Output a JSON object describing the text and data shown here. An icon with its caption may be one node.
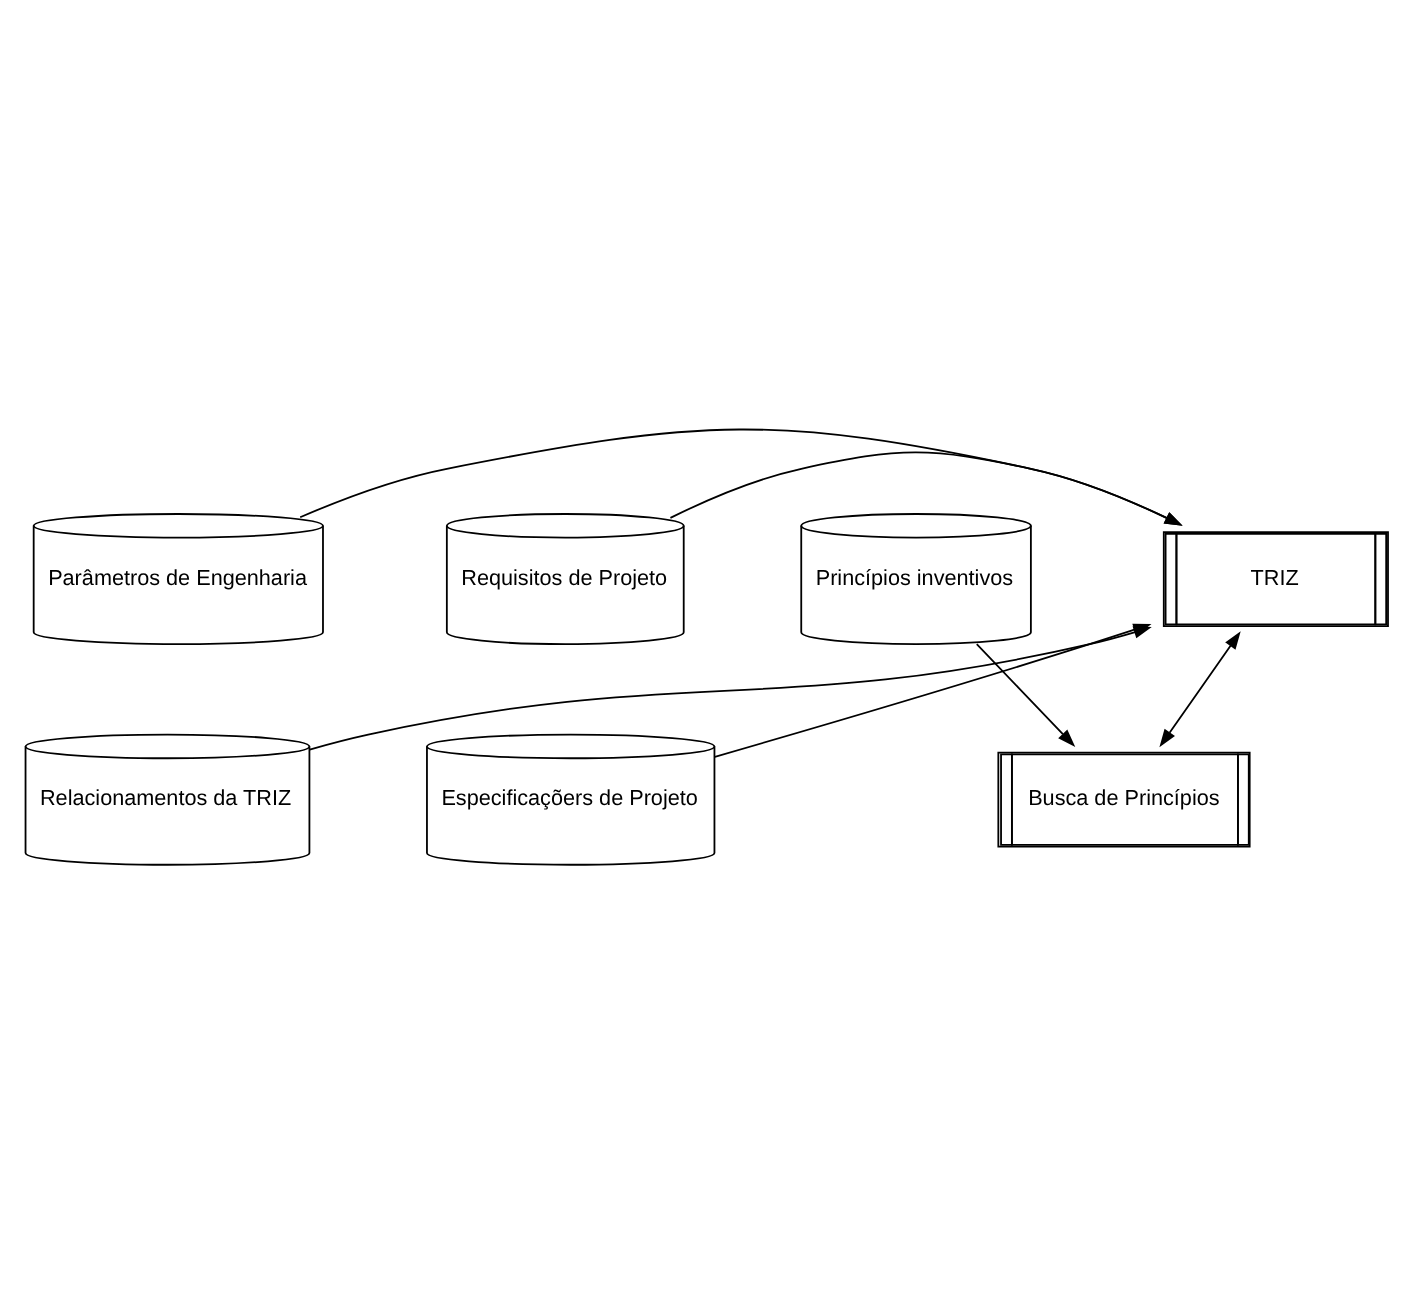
{
  "diagram": {
    "nodes": [
      {
        "text": [
          "Parâmetros de Engenharia"
        ]
      },
      {
        "text": [
          "Requisitos de Projeto"
        ]
      },
      {
        "text": [
          "TRIZ"
        ]
      },
      {
        "text": [
          "Relacionamentos da TRIZ"
        ]
      },
      {
        "text": [
          "Especificaçõers de Projeto"
        ]
      },
      {
        "text": [
          "Busca de Princípios"
        ]
      },
      {
        "text": [
          "Princípios inventivos"
        ]
      }
    ],
    "edges": [
      {
        "from": 0,
        "to": 2,
        "arrow": "to"
      },
      {
        "from": 1,
        "to": 2,
        "arrow": "to"
      },
      {
        "from": 3,
        "to": 2,
        "arrow": "to"
      },
      {
        "from": 4,
        "to": 2,
        "arrow": "to"
      },
      {
        "from": 2,
        "to": 5,
        "arrow": "both"
      },
      {
        "from": 6,
        "to": 5,
        "arrow": "to"
      }
    ]
  }
}
